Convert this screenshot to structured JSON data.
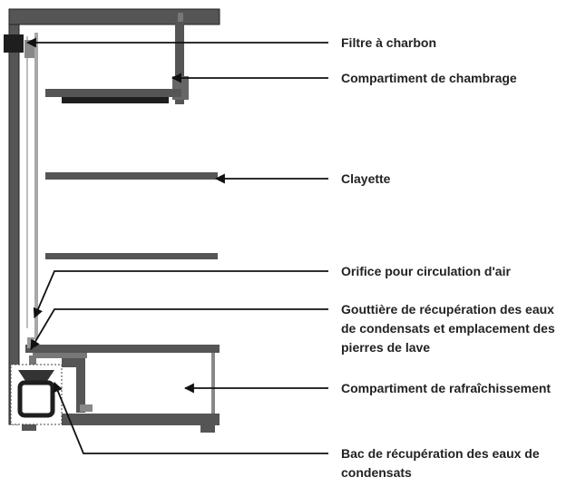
{
  "colors": {
    "cabinet": "#555555",
    "cabinet_dark": "#1e1e1e",
    "glass": "#a8a8a8",
    "line": "#111111",
    "text": "#222222"
  },
  "labels": {
    "filtre": "Filtre à charbon",
    "chambrage": "Compartiment de chambrage",
    "clayette": "Clayette",
    "orifice": "Orifice pour circulation d'air",
    "gouttiere_1": "Gouttière de récupération des eaux",
    "gouttiere_2": "de condensats et emplacement des",
    "gouttiere_3": "pierres de lave",
    "rafraichissement": "Compartiment de rafraîchissement",
    "bac_1": "Bac de récupération des eaux de",
    "bac_2": "condensats"
  }
}
